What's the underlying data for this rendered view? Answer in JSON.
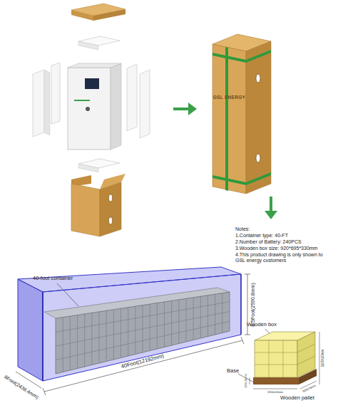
{
  "diagram": {
    "nodes": [
      {
        "text": [
          "GSL ENERGY"
        ]
      }
    ],
    "labels": [
      "40-foot container",
      "Notes:",
      "1.Container type: 40-FT",
      "2.Number of Battery: 240PCS",
      "3.Wooden box size: 920*695*330mm",
      "4.This product drawing is only shown to GSL energy customers",
      "8.5Foot(2590.8mm)",
      "40Foot(12192mm)",
      "8Foot(2438.4mm)",
      "Wooden box",
      "Base",
      "Wooden pallet",
      "150±10mm",
      "1150±10mm",
      "920±10mm",
      "1100±10mm"
    ]
  }
}
